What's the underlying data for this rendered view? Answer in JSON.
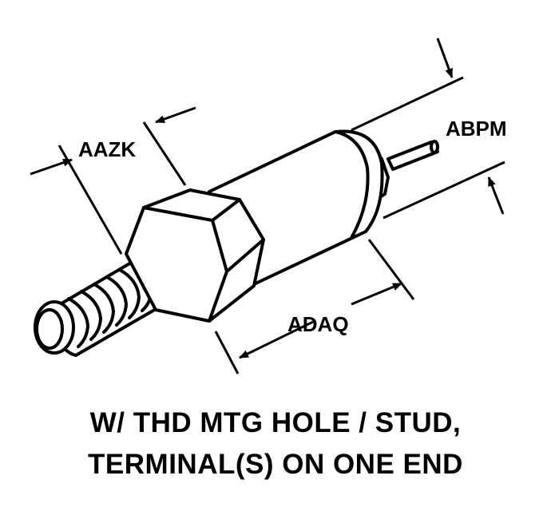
{
  "diagram": {
    "dimension_labels": {
      "aazk": "AAZK",
      "abpm": "ABPM",
      "adaq": "ADAQ"
    },
    "caption": {
      "line1": "W/ THD MTG HOLE / STUD,",
      "line2": "TERMINAL(S) ON ONE END"
    }
  }
}
